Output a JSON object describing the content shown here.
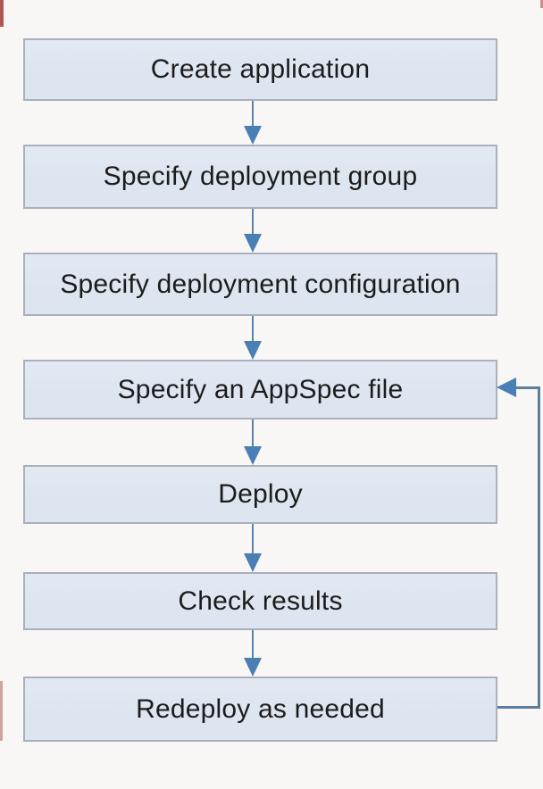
{
  "flowchart": {
    "nodes": [
      {
        "id": "create-application",
        "label": "Create application"
      },
      {
        "id": "specify-deployment-group",
        "label": "Specify deployment group"
      },
      {
        "id": "specify-deployment-configuration",
        "label": "Specify deployment configuration"
      },
      {
        "id": "specify-an-appspec-file",
        "label": "Specify an AppSpec file"
      },
      {
        "id": "deploy",
        "label": "Deploy"
      },
      {
        "id": "check-results",
        "label": "Check results"
      },
      {
        "id": "redeploy-as-needed",
        "label": "Redeploy as needed"
      }
    ],
    "connections": [
      {
        "from": "create-application",
        "to": "specify-deployment-group",
        "type": "down-arrow"
      },
      {
        "from": "specify-deployment-group",
        "to": "specify-deployment-configuration",
        "type": "down-arrow"
      },
      {
        "from": "specify-deployment-configuration",
        "to": "specify-an-appspec-file",
        "type": "down-arrow"
      },
      {
        "from": "specify-an-appspec-file",
        "to": "deploy",
        "type": "down-arrow"
      },
      {
        "from": "deploy",
        "to": "check-results",
        "type": "down-arrow"
      },
      {
        "from": "check-results",
        "to": "redeploy-as-needed",
        "type": "down-arrow"
      },
      {
        "from": "redeploy-as-needed",
        "to": "specify-an-appspec-file",
        "type": "feedback-loop-right"
      }
    ],
    "colors": {
      "page_bg": "#f8f7f5",
      "node_fill": "#dde5f0",
      "node_border": "#a9b0bb",
      "node_text": "#1c1c1c",
      "arrow_line": "#5b84ad",
      "arrow_head": "#4a7fb5",
      "loop_line": "#5b7e9e",
      "artifact_red": "#a23b32"
    }
  }
}
